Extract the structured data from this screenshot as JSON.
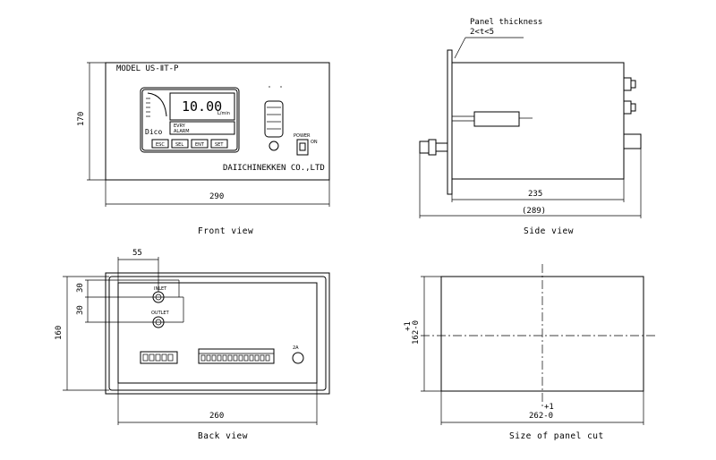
{
  "views": {
    "front": {
      "caption": "Front view",
      "model_label": "MODEL US-ⅡT-P",
      "display_value": "10.00",
      "display_unit": "L/min",
      "status_line1": "EVRY",
      "status_line2": "ALARM",
      "logo_text": "Dico",
      "buttons": [
        "ESC",
        "SEL",
        "ENT",
        "SET"
      ],
      "power_label": "POWER",
      "on_label": "ON",
      "maker": "DAIICHINEKKEN CO.,LTD",
      "dim_height": "170",
      "dim_width": "290"
    },
    "side": {
      "caption": "Side view",
      "panel_note_1": "Panel thickness",
      "panel_note_2": "2<t<5",
      "dim_depth": "235",
      "dim_total": "(289)"
    },
    "back": {
      "caption": "Back view",
      "inlet_label": "INLET",
      "outlet_label": "OUTLET",
      "fuse_label": "2A",
      "dim_offset": "55",
      "dim_spacing_1": "30",
      "dim_spacing_2": "30",
      "dim_height": "160",
      "dim_width": "260"
    },
    "panel_cut": {
      "caption": "Size of panel cut",
      "dim_height_tol": "+1",
      "dim_height": "162-0",
      "dim_width_tol": "+1",
      "dim_width": "262-0"
    }
  }
}
